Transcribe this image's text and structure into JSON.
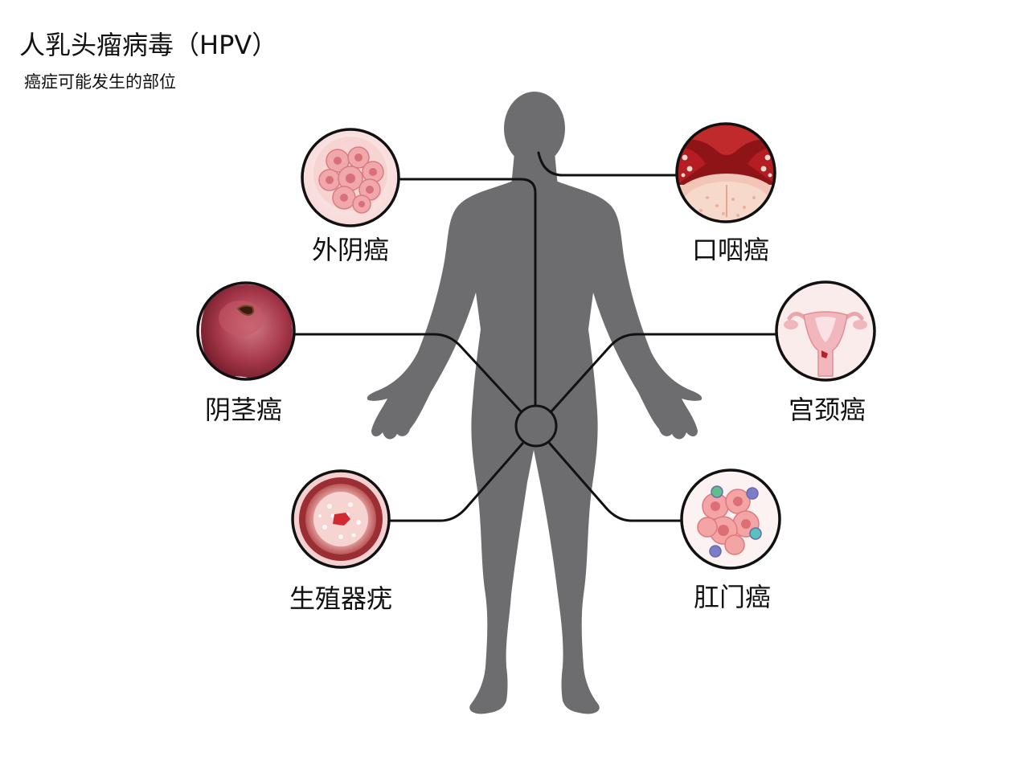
{
  "header": {
    "title": "人乳头瘤病毒（HPV）",
    "subtitle": "癌症可能发生的部位"
  },
  "sites": [
    {
      "label": "外阴癌",
      "icon": "vulvar-tissue-icon"
    },
    {
      "label": "口咽癌",
      "icon": "oropharynx-icon"
    },
    {
      "label": "阴茎癌",
      "icon": "penis-glans-icon"
    },
    {
      "label": "宫颈癌",
      "icon": "uterus-cervix-icon"
    },
    {
      "label": "生殖器疣",
      "icon": "genital-wart-icon"
    },
    {
      "label": "肛门癌",
      "icon": "anal-cancer-cells-icon"
    }
  ],
  "colors": {
    "silhouette": "#6d6d6f",
    "line": "#111111",
    "tissue_pink": "#f2b8b5",
    "tissue_red": "#b2242a",
    "panel_bg": "#fbeeee"
  }
}
